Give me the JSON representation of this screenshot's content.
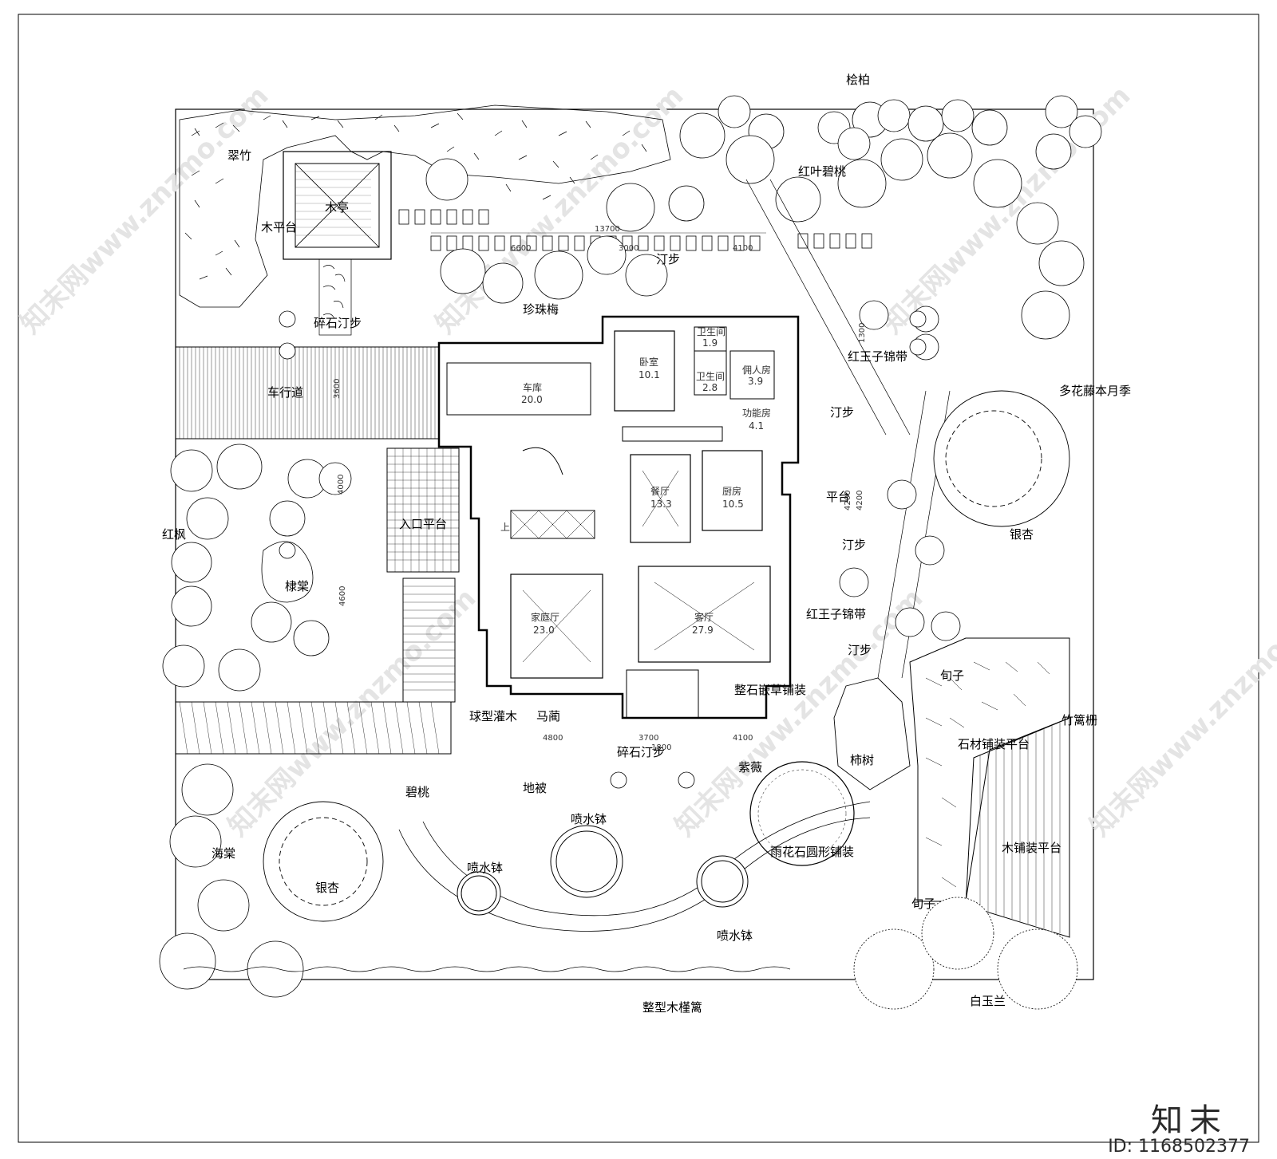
{
  "brand": {
    "name": "知末",
    "id_text": "ID: 1168502377"
  },
  "watermark": {
    "text": "知末网www.znzmo.com"
  },
  "labels": {
    "guibai": "桧柏",
    "cuizhu": "翠竹",
    "muting": "木亭",
    "mupingtai": "木平台",
    "hongyebitao": "红叶碧桃",
    "tingbu_top": "汀步",
    "zhenzhumei": "珍珠梅",
    "suishi_tingbu_top": "碎石汀步",
    "chexingdao": "车行道",
    "hongwangzi_1": "红王子锦带",
    "duohua": "多花藤本月季",
    "tingbu_right1": "汀步",
    "pingtai": "平台",
    "tingbu_right2": "汀步",
    "yinxing_right": "银杏",
    "hongfeng": "红枫",
    "didi": "棣棠",
    "rukou": "入口平台",
    "hongwangzi_2": "红王子锦带",
    "tingbu_right3": "汀步",
    "xunzi_1": "旬子",
    "zhengshi": "整石嵌草铺装",
    "qiuxing": "球型灌木",
    "malan": "马蔺",
    "suishi_tingbu_bottom": "碎石汀步",
    "zhuli": "竹篱栅",
    "shicai": "石材铺装平台",
    "shishu": "柿树",
    "ziwei": "紫薇",
    "bitao": "碧桃",
    "dibei": "地被",
    "penshuibo_1": "喷水钵",
    "haitang": "海棠",
    "yuhua": "雨花石圆形铺装",
    "mupuzhuang": "木铺装平台",
    "yinxing_left": "银杏",
    "penshuibo_2": "喷水钵",
    "xunzi_2": "旬子",
    "penshuibo_3": "喷水钵",
    "baiyulan": "白玉兰",
    "zhengxing": "整型木槿篱"
  },
  "rooms": {
    "woshi": {
      "name": "卧室",
      "area": "10.1"
    },
    "weisheng_1": {
      "name": "卫生间",
      "area": "1.9"
    },
    "weisheng_2": {
      "name": "卫生间",
      "area": "2.8"
    },
    "yongren": {
      "name": "佣人房",
      "area": "3.9"
    },
    "gongneng": {
      "name": "功能房",
      "area": "4.1"
    },
    "cheku": {
      "name": "车库",
      "area": "20.0"
    },
    "canting": {
      "name": "餐厅",
      "area": "13.3"
    },
    "chufang": {
      "name": "厨房",
      "area": "10.5"
    },
    "jiating": {
      "name": "家庭厅",
      "area": "23.0"
    },
    "keting": {
      "name": "客厅",
      "area": "27.9"
    }
  },
  "stair_mark": "上",
  "dimensions": {
    "d13700": "13700",
    "d6600": "6600",
    "d3000": "3000",
    "d4100_top": "4100",
    "d3600": "3600",
    "d4000": "4000",
    "d4600": "4600",
    "d1300": "1300",
    "d4200_a": "4200",
    "d4200_b": "4200",
    "d4800": "4800",
    "d3700": "3700",
    "d4100_bottom": "4100",
    "d1800": "1800"
  }
}
